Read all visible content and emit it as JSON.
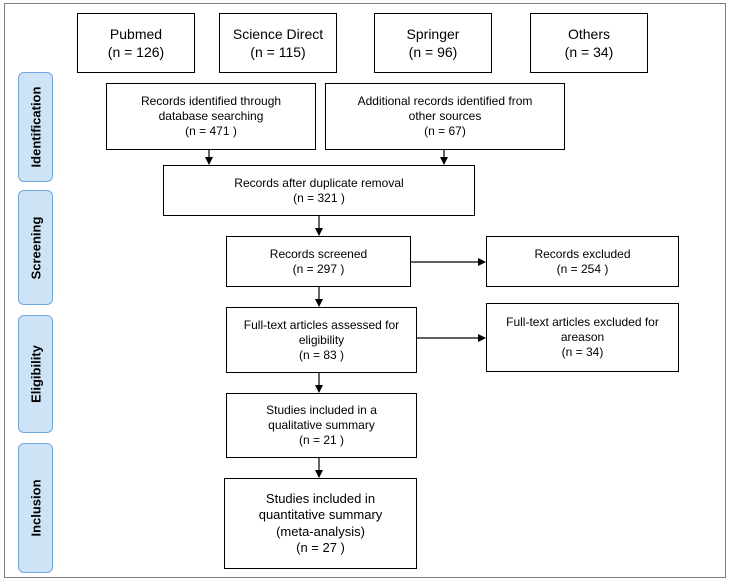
{
  "sources": [
    {
      "name": "Pubmed",
      "count": "(n = 126)"
    },
    {
      "name": "Science Direct",
      "count": "(n = 115)"
    },
    {
      "name": "Springer",
      "count": "(n = 96)"
    },
    {
      "name": "Others",
      "count": "(n = 34)"
    }
  ],
  "stages": {
    "identification": "Identification",
    "screening": "Screening",
    "eligibility": "Eligibility",
    "inclusion": "Inclusion"
  },
  "boxes": {
    "database": {
      "line1": "Records identified through",
      "line2": "database searching",
      "count": "(n =  471 )"
    },
    "additional": {
      "line1": "Additional records identified from",
      "line2": "other sources",
      "count": "(n =  67)"
    },
    "duplicates": {
      "line1": "Records after duplicate removal",
      "count": "(n = 321 )"
    },
    "screened": {
      "line1": "Records screened",
      "count": "(n = 297  )"
    },
    "excluded": {
      "line1": "Records excluded",
      "count": "(n = 254 )"
    },
    "fulltext": {
      "line1": "Full-text articles assessed for",
      "line2": "eligibility",
      "count": "(n = 83 )"
    },
    "fulltext_excluded": {
      "line1": "Full-text articles excluded for",
      "line2": "areason",
      "count": "(n =  34)"
    },
    "qualitative": {
      "line1": "Studies included in a",
      "line2": "qualitative summary",
      "count": "(n = 21  )"
    },
    "quantitative": {
      "line1": "Studies included in",
      "line2": "quantitative summary",
      "line3": "(meta-analysis)",
      "count": "(n = 27 )"
    }
  }
}
